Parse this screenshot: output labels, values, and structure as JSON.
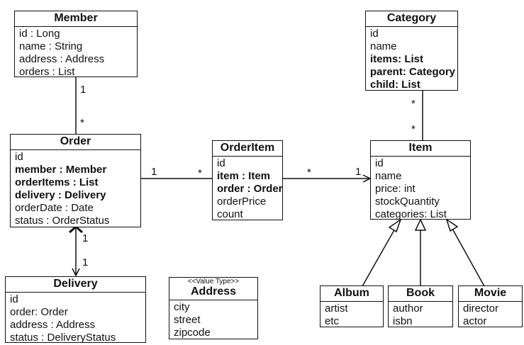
{
  "classes": {
    "member": {
      "name": "Member",
      "attrs": [
        "id : Long",
        "name : String",
        "address : Address",
        "orders : List"
      ]
    },
    "order": {
      "name": "Order",
      "attrs": [
        "id",
        "member : Member",
        "orderItems : List",
        "delivery : Delivery",
        "orderDate : Date",
        "status : OrderStatus"
      ]
    },
    "delivery": {
      "name": "Delivery",
      "attrs": [
        "id",
        "order: Order",
        "address : Address",
        "status : DeliveryStatus"
      ]
    },
    "address": {
      "stereotype": "<<Value Type>>",
      "name": "Address",
      "attrs": [
        "city",
        "street",
        "zipcode"
      ]
    },
    "orderitem": {
      "name": "OrderItem",
      "attrs": [
        "id",
        "item : Item",
        "order : Order",
        "orderPrice",
        "count"
      ]
    },
    "item": {
      "name": "Item",
      "attrs": [
        "id",
        "name",
        "price: int",
        "stockQuantity",
        "categories: List"
      ]
    },
    "category": {
      "name": "Category",
      "attrs": [
        "id",
        "name",
        "items: List",
        "parent: Category",
        "child: List"
      ]
    },
    "album": {
      "name": "Album",
      "attrs": [
        "artist",
        "etc"
      ]
    },
    "book": {
      "name": "Book",
      "attrs": [
        "author",
        "isbn"
      ]
    },
    "movie": {
      "name": "Movie",
      "attrs": [
        "director",
        "actor"
      ]
    }
  },
  "multiplicities": {
    "member_order_member": "1",
    "member_order_order": "*",
    "order_delivery_order": "1",
    "order_delivery_delivery": "1",
    "order_orderitem_order": "1",
    "order_orderitem_orderitem": "*",
    "orderitem_item_orderitem": "*",
    "orderitem_item_item": "1",
    "category_item_category": "*",
    "category_item_item": "*"
  }
}
